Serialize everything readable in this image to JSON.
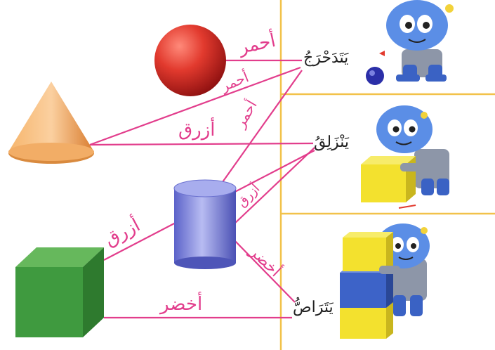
{
  "verbs": {
    "roll": "يَتَدَحْرَجُ",
    "slide": "يَنْزَلِقُ",
    "stack": "يَتَرَاصُّ"
  },
  "connection_labels": {
    "sphere_roll": "أحمر",
    "cone_roll": "أحمر",
    "cylinder_roll": "أحمر",
    "cone_slide": "أزرق",
    "cylinder_slide": "أزرق",
    "cube_slide": "أزرق",
    "cylinder_stack": "أخضر",
    "cube_stack": "أخضر"
  },
  "colors": {
    "line": "#e23d8c",
    "divider": "#f2c24a",
    "sphere": "#d9232a",
    "cone": "#f0a256",
    "cylinder": "#7f86dd",
    "cube": "#3f9a3f",
    "block_yellow": "#f3e12e",
    "block_blue": "#3d63c8"
  },
  "shapes": [
    "sphere",
    "cone",
    "cylinder",
    "cube"
  ],
  "illustrations": [
    "robot-rolling-ball",
    "robot-sliding-block",
    "robot-stacking-blocks"
  ]
}
